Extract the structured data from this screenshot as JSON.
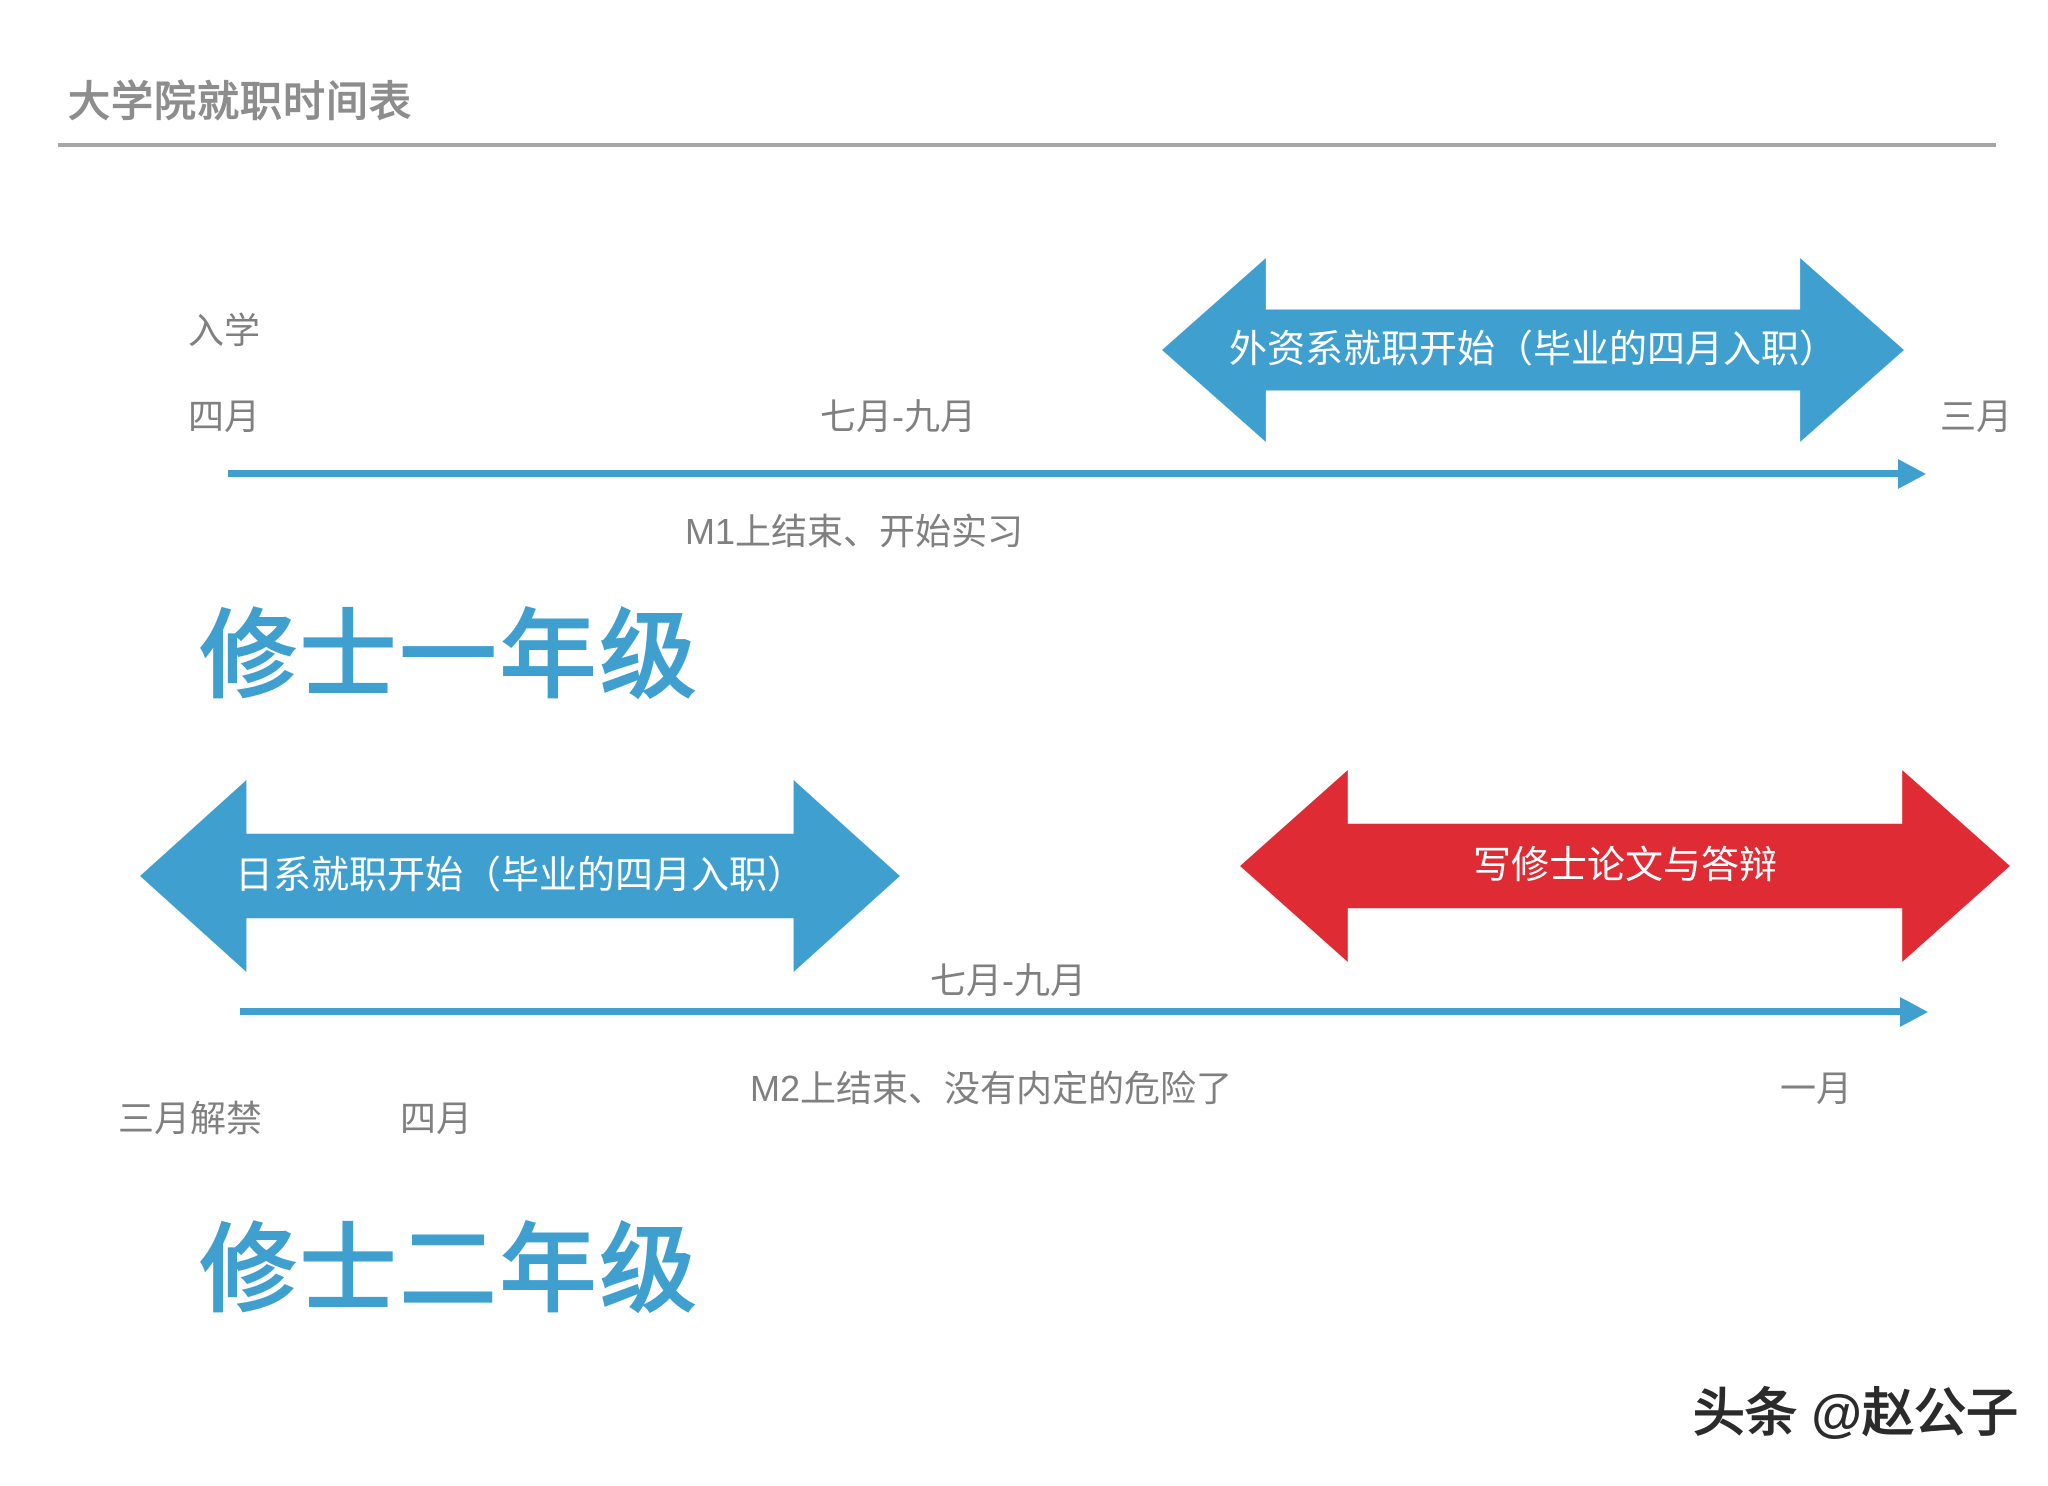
{
  "header": {
    "title": "大学院就职时间表"
  },
  "colors": {
    "blue": "#3fa0d0",
    "red": "#de2b34",
    "label_gray": "#808080",
    "title_gray": "#8d8d8d",
    "rule_gray": "#a6a6a6"
  },
  "year_one": {
    "heading": "修士一年级",
    "labels": {
      "enrollment": "入学",
      "start_month": "四月",
      "mid_period": "七月-九月",
      "end_month": "三月",
      "below_line": "M1上结束、开始实习"
    },
    "arrow": {
      "text": "外资系就职开始（毕业的四月入职）",
      "color": "blue"
    }
  },
  "year_two": {
    "heading": "修士二年级",
    "labels": {
      "start_month": "三月解禁",
      "second_month": "四月",
      "mid_period": "七月-九月",
      "end_month": "一月",
      "below_line": "M2上结束、没有内定的危险了"
    },
    "arrow_left": {
      "text": "日系就职开始（毕业的四月入职）",
      "color": "blue"
    },
    "arrow_right": {
      "text": "写修士论文与答辩",
      "color": "red"
    }
  },
  "watermark": {
    "text": "头条 @赵公子"
  }
}
